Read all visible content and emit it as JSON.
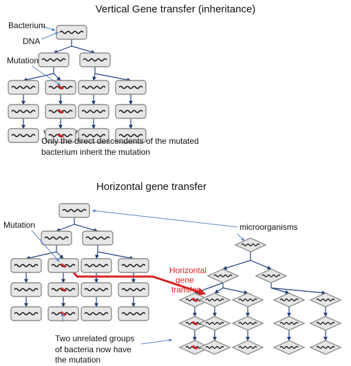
{
  "top": {
    "title": "Vertical Gene transfer (inheritance)",
    "bacterium_label": "Bacterium",
    "dna_label": "DNA",
    "mutation_label": "Mutation",
    "note_line1": "Only the direct descendents of the mutated",
    "note_line2": "bacterium inherit the mutation"
  },
  "bottom": {
    "title": "Horizontal gene transfer",
    "mutation_label": "Mutation",
    "microorganisms_label": "microorganisms",
    "hgt_line1": "Horizontal",
    "hgt_line2": "gene",
    "hgt_line3": "transfer",
    "note_line1": "Two unrelated groups",
    "note_line2": "of bacteria now have",
    "note_line3": "the mutation"
  },
  "colors": {
    "cell_fill": "#e6e6e6",
    "cell_stroke": "#8c8c8c",
    "dna": "#1a1a1a",
    "mutation": "#e02020",
    "arrow": "#1f3f7a",
    "pointer": "#5b86c4",
    "transfer_arrow": "#d52020"
  }
}
